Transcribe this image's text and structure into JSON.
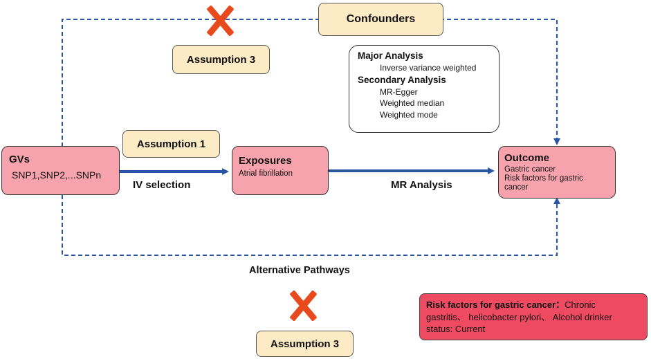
{
  "confounders": "Confounders",
  "assumption3_top": "Assumption 3",
  "assumption1": "Assumption 1",
  "assumption3_bottom": "Assumption 3",
  "gvs": {
    "title": "GVs",
    "text": "SNP1,SNP2,...SNPn"
  },
  "exposures": {
    "title": "Exposures",
    "text": "Atrial fibrillation"
  },
  "outcome": {
    "title": "Outcome",
    "line1": "Gastric cancer",
    "line2": "Risk factors for gastric",
    "line3": "cancer"
  },
  "iv_selection": "IV selection",
  "mr_analysis": "MR Analysis",
  "alternative_pathways": "Alternative Pathways",
  "analysis": {
    "major_title": "Major Analysis",
    "major_items": [
      "Inverse variance weighted"
    ],
    "secondary_title": "Secondary Analysis",
    "secondary_items": [
      "MR-Egger",
      "Weighted median",
      "Weighted mode"
    ]
  },
  "risk_box": {
    "heading": "Risk factors for gastric cancer：",
    "line1_rest": "Chronic",
    "line2": "gastritis、 helicobacter pylori、 Alcohol drinker",
    "line3": "status: Current"
  },
  "colors": {
    "arrow": "#2856a4",
    "dashed": "#2856a4",
    "pink": "#f6a3ad",
    "tan": "#fcebc4",
    "cross": "#e8491d",
    "risk_box": "#ee4a62"
  }
}
